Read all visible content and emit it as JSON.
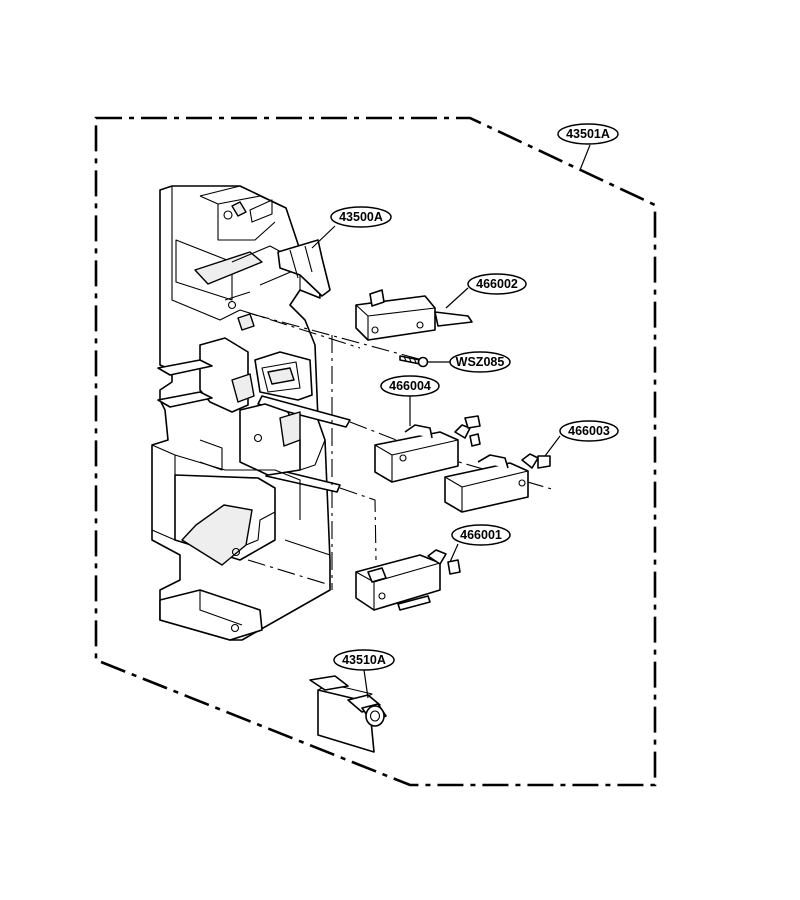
{
  "callouts": {
    "assembly": "43501A",
    "frame": "43500A",
    "switch_top": "466002",
    "screw": "WSZ085",
    "switch_mid_left": "466004",
    "switch_mid_right": "466003",
    "switch_bottom": "466001",
    "lever": "43510A"
  }
}
